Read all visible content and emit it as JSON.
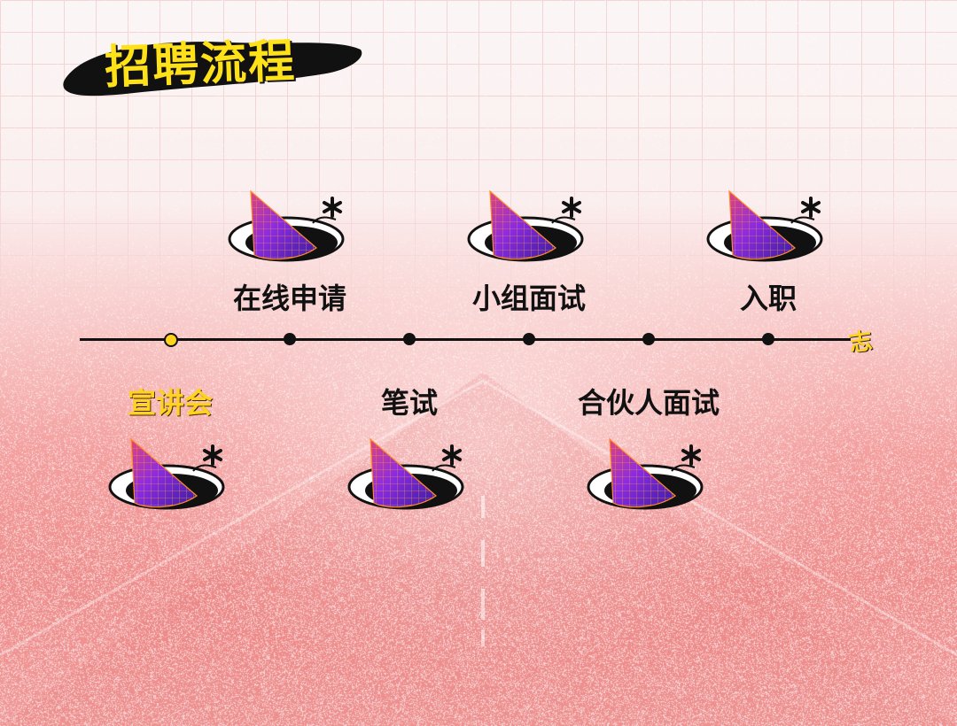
{
  "title": "招聘流程",
  "end_mark": "志",
  "colors": {
    "accent": "#ffd21e",
    "line": "#111111",
    "cone_start": "#7b2ff7",
    "cone_end": "#e63b7a"
  },
  "steps": [
    {
      "label": "宣讲会",
      "highlight": true,
      "position": "below",
      "icon": "cone-hole-icon"
    },
    {
      "label": "在线申请",
      "highlight": false,
      "position": "above",
      "icon": "cone-hole-icon"
    },
    {
      "label": "笔试",
      "highlight": false,
      "position": "below",
      "icon": "cone-hole-icon"
    },
    {
      "label": "小组面试",
      "highlight": false,
      "position": "above",
      "icon": "cone-hole-icon"
    },
    {
      "label": "合伙人面试",
      "highlight": false,
      "position": "below",
      "icon": "cone-hole-icon"
    },
    {
      "label": "入职",
      "highlight": false,
      "position": "above",
      "icon": "cone-hole-icon"
    }
  ]
}
